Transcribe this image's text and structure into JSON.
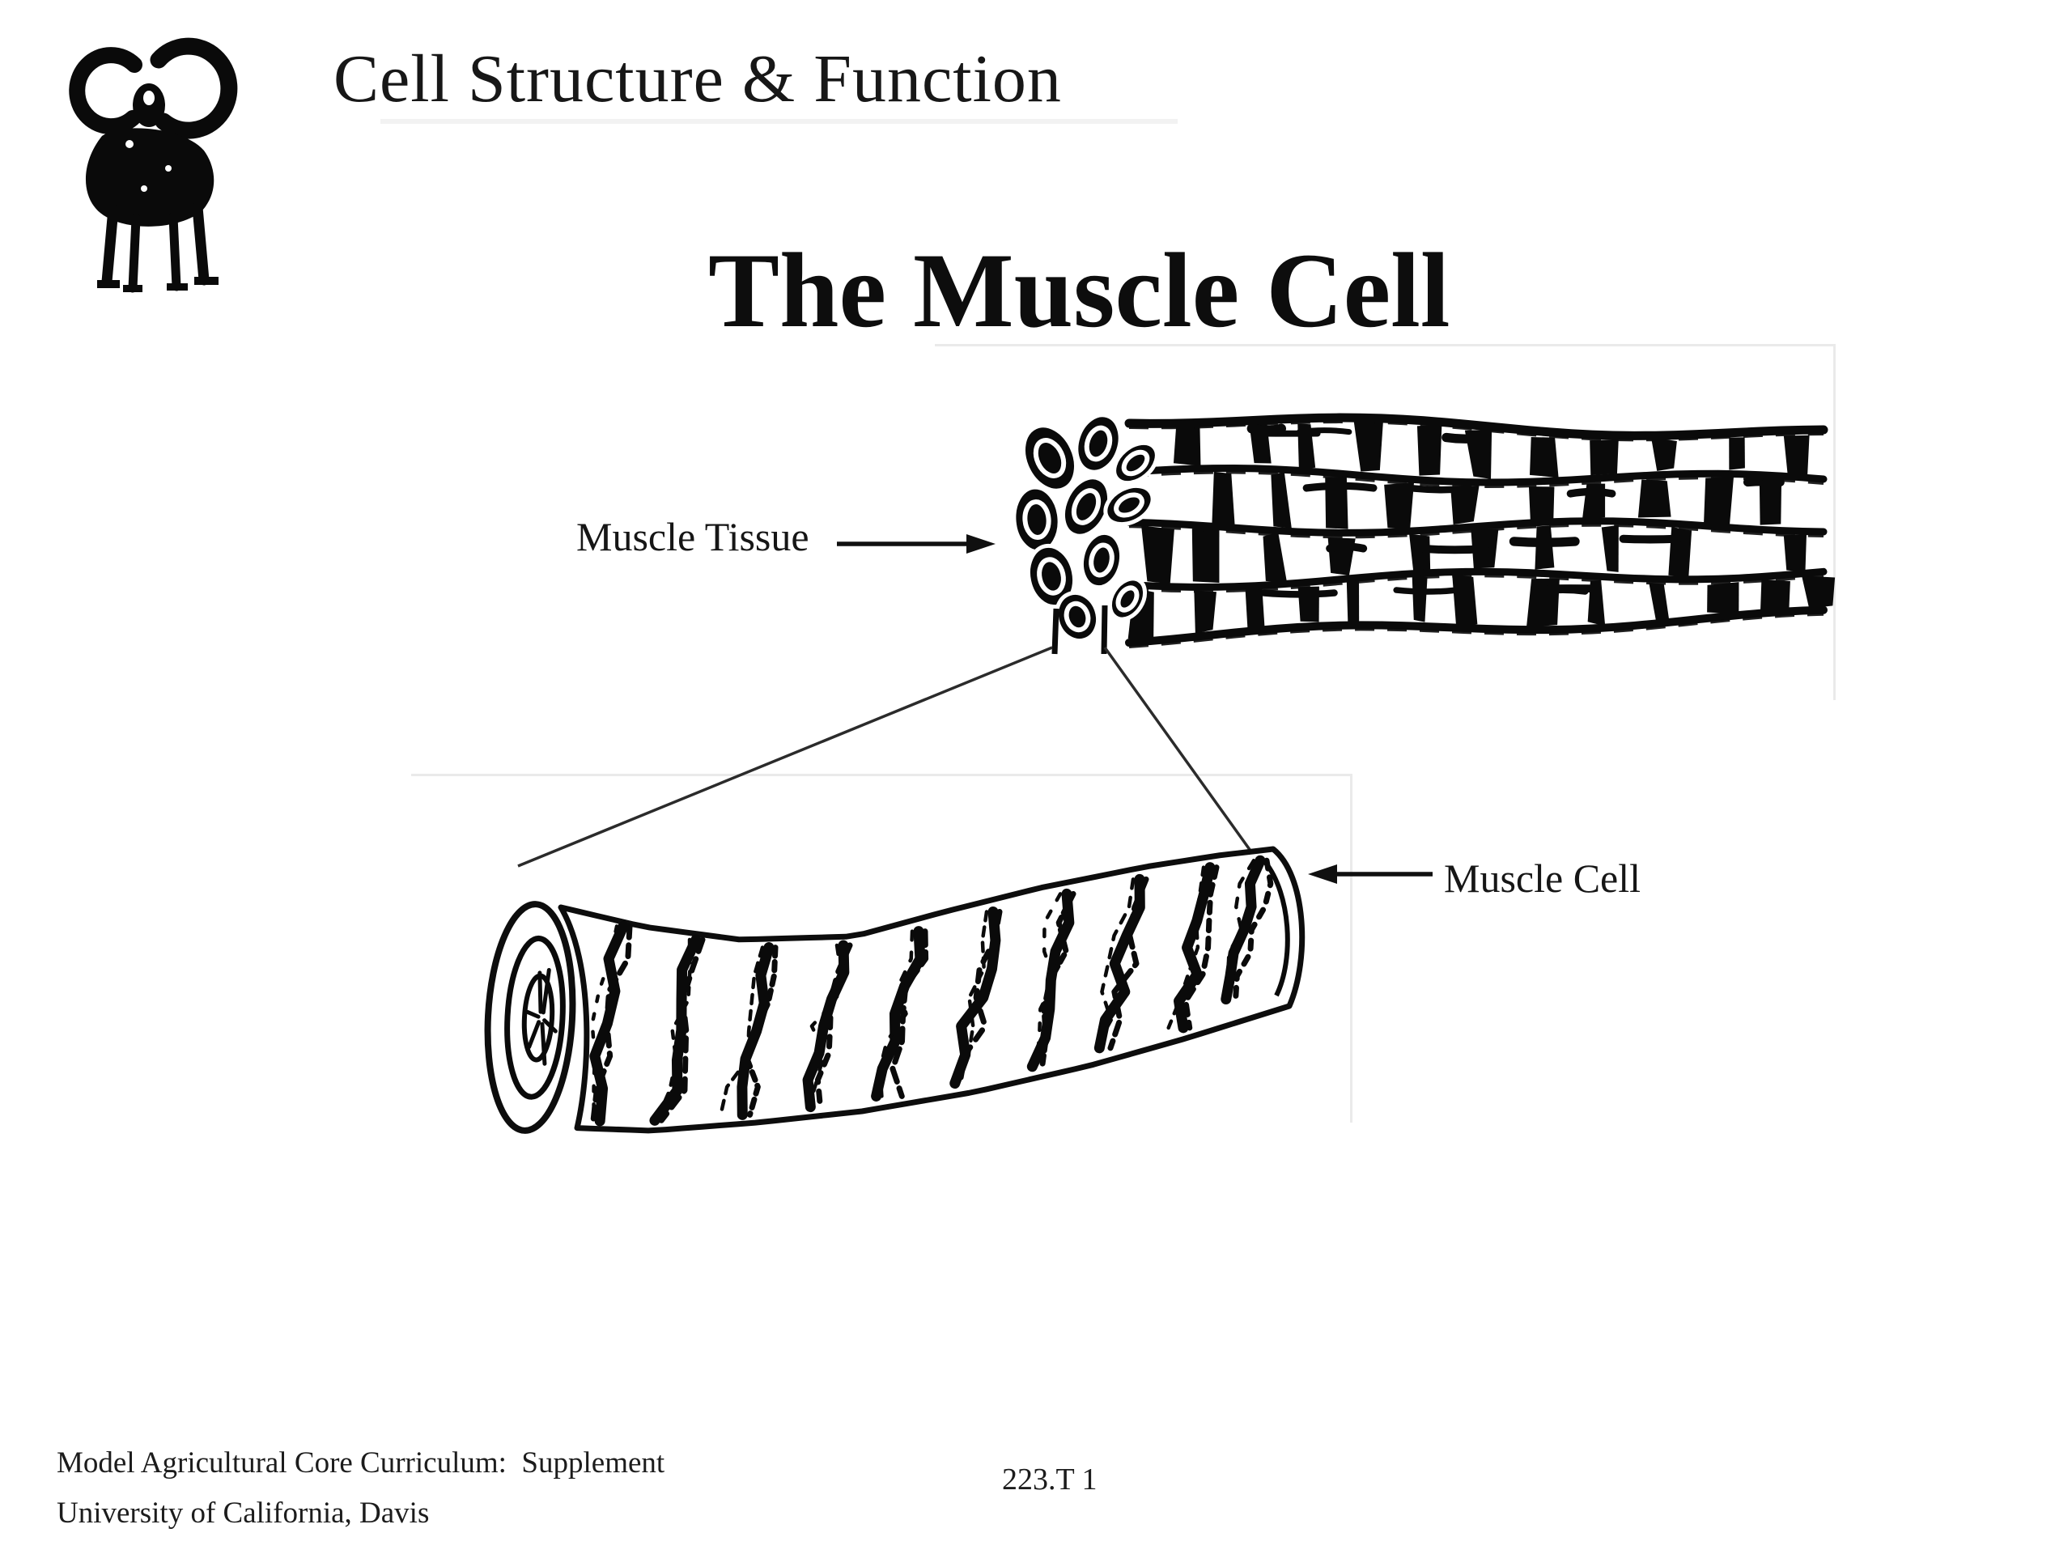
{
  "slide": {
    "header": {
      "logo_icon": "ram-icon",
      "title": "Cell Structure & Function"
    },
    "title": "The Muscle Cell",
    "diagram": {
      "tissue_label": "Muscle Tissue",
      "cell_label": "Muscle Cell",
      "tissue_arrow_icon": "arrow-right-icon",
      "cell_arrow_icon": "arrow-left-icon",
      "illustrations": [
        "muscle-tissue-bundle-drawing",
        "muscle-cell-drawing"
      ],
      "connector_lines": 2
    },
    "footer": {
      "left_line1": "Model Agricultural Core Curriculum:  Supplement",
      "left_line2": "University of California, Davis",
      "page_code": "223.T 1"
    },
    "colors": {
      "ink": "#0a0a0a",
      "background": "#ffffff",
      "placeholder_border": "#eaeaea"
    }
  }
}
